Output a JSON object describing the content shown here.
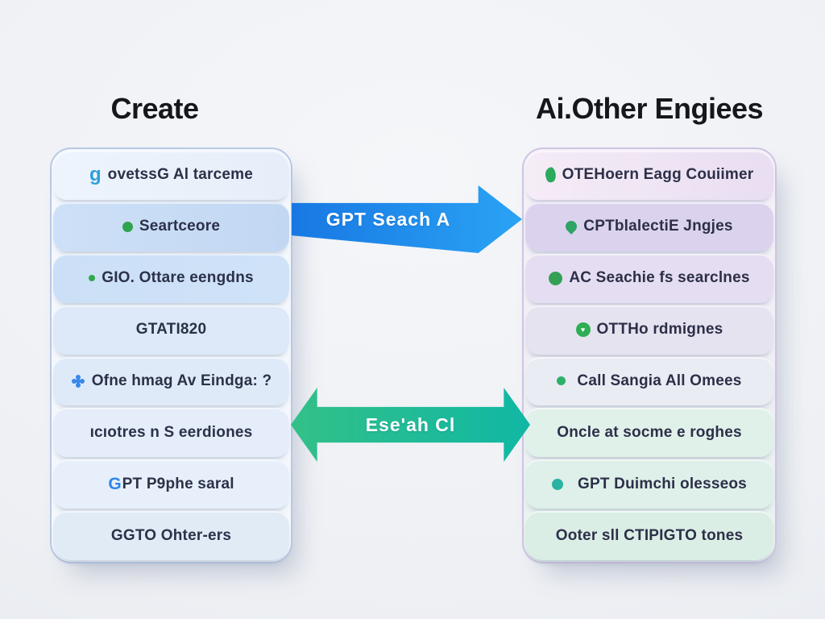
{
  "left": {
    "title": "Create",
    "rows": [
      {
        "icon": "g-letter",
        "icon_text": "g",
        "text": "ovetssG Al tarceme"
      },
      {
        "icon": "green-dot",
        "text": "Seartceore"
      },
      {
        "icon": "green-ring",
        "text": "GIO. Ottare eengdns"
      },
      {
        "text": "GTATI820"
      },
      {
        "icon": "blue-clover",
        "text": "Ofne hmag Av Eindga: ?"
      },
      {
        "text": "ıcıotres n S eerdiones"
      },
      {
        "icon": "G-letter",
        "icon_text": "G",
        "text": "PT P9phe saral"
      },
      {
        "text": "GGTO Ohter-ers"
      }
    ]
  },
  "right": {
    "title": "Ai.Other Engiees",
    "rows": [
      {
        "icon": "green-squiggle",
        "text": "OTEHoern Eagg Couiimer"
      },
      {
        "icon": "green-leaf",
        "text": "CPTblalectiE Jngjes"
      },
      {
        "icon": "green-circle",
        "text": "AC Seachie fs searclnes"
      },
      {
        "icon": "green-heart-circle",
        "heart": "♥",
        "text": "OTTHo rdmignes"
      },
      {
        "icon": "green-small-dot",
        "text": "Call Sangia All Omees"
      },
      {
        "text": "Oncle at socme e roghes"
      },
      {
        "icon": "teal-dot",
        "text": "GPT Duimchi olesseos"
      },
      {
        "text": "Ooter sll CTIPIGTO tones"
      }
    ]
  },
  "arrows": {
    "top": {
      "label": "GPT Seach A",
      "direction": "right",
      "color_start": "#1878e3",
      "color_end": "#2aa3f4"
    },
    "bottom": {
      "label": "Ese'ah Cl",
      "direction": "both",
      "color_start": "#33c088",
      "color_end": "#10b7a4"
    }
  },
  "theme": {
    "background": "#eef0f4",
    "left_column_border": "#b9c9e4",
    "right_column_border": "#cfc4e2",
    "left_pill_blue": "#cde0f7",
    "right_pill_lavender": "#dbd3ed",
    "right_pill_mint": "#def0e9",
    "title_color": "#15171c",
    "row_text_color": "#2b3148",
    "accent_green": "#2fa44f",
    "accent_blue": "#2f86e8",
    "accent_teal": "#2ab3a2"
  }
}
